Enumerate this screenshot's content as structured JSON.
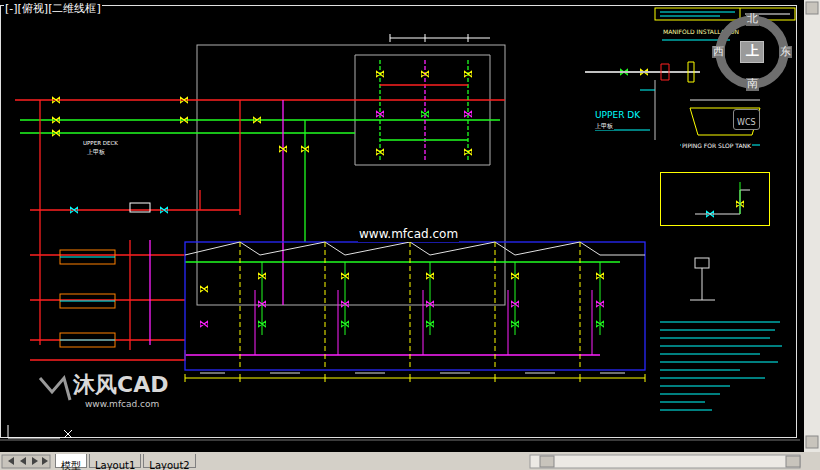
{
  "diagram": {
    "nodes": [
      {
        "text": [
          "北",
          "西",
          "东",
          "南"
        ]
      },
      {
        "text": [
          "上"
        ],
        "in": 0
      },
      {
        "text": [
          "WCS"
        ]
      },
      {
        "text": [
          "PIPING FOR SLOP TANK"
        ]
      },
      {
        "text": [
          "模型"
        ]
      },
      {
        "text": [
          "Layout1"
        ]
      },
      {
        "text": [
          "Layout2"
        ]
      }
    ],
    "labels": [
      "[-][俯视][二维线框]",
      "MANIFOLD INSTALLATION",
      "UPPER DK",
      "上甲板",
      "UPPER DECK",
      "上甲板",
      "www.mfcad.com",
      "沐风CAD",
      "www.mfcad.com"
    ]
  }
}
